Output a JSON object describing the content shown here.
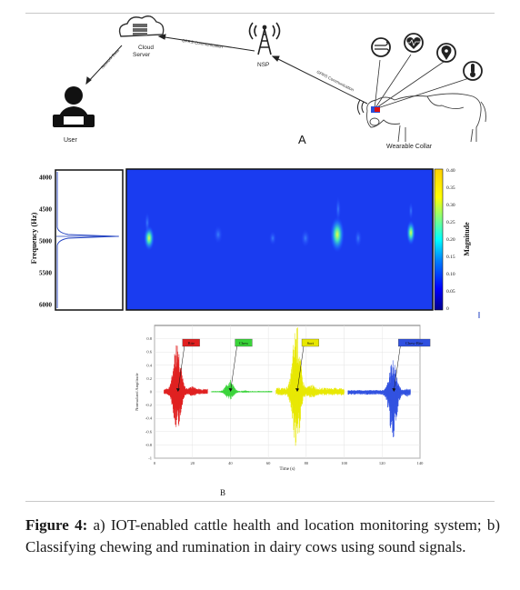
{
  "panel_a": {
    "user_label": "User",
    "cloud_label": "Cloud\nServer",
    "nsp_label": "NSP",
    "collar_label": "Wearable Collar",
    "link_user_cloud": "Network Data",
    "link_cloud_nsp": "GPRS Communication",
    "link_nsp_collar": "GPRS Communication",
    "panel_letter": "A",
    "sensor_icons": [
      "wind-icon",
      "heartbeat-icon",
      "location-pin-icon",
      "thermometer-icon"
    ]
  },
  "panel_spectrogram": {
    "ylabel": "Frequency (Hz)",
    "yticks": [
      "4000",
      "4500",
      "5000",
      "5500",
      "6000"
    ],
    "colorbar_label": "Magnitude",
    "colorbar_ticks": [
      "0.40",
      "0.35",
      "0.30",
      "0.25",
      "0.20",
      "0.15",
      "0.10",
      "0.05",
      "0"
    ]
  },
  "chart_data": {
    "type": "line",
    "title": "",
    "xlabel": "Time (s)",
    "ylabel": "Normalized Amplitude",
    "xlim": [
      0,
      140
    ],
    "ylim": [
      -1,
      1
    ],
    "xticks": [
      "0",
      "20",
      "40",
      "60",
      "80",
      "100",
      "120",
      "140"
    ],
    "yticks": [
      "0.8",
      "0.6",
      "0.4",
      "0.2",
      "0",
      "-0.2",
      "-0.4",
      "-0.6",
      "-0.8",
      "-1"
    ],
    "series": [
      {
        "name": "Bite",
        "color": "#e02020",
        "x_range": [
          5,
          28
        ],
        "peak": 0.75,
        "trough": -0.58
      },
      {
        "name": "Chew",
        "color": "#3ad43a",
        "x_range": [
          30,
          62
        ],
        "peak": 0.18,
        "trough": -0.12
      },
      {
        "name": "Sort",
        "color": "#e8e800",
        "x_range": [
          64,
          100
        ],
        "peak": 1.0,
        "trough": -0.88
      },
      {
        "name": "Chew-Bite",
        "color": "#3050e0",
        "x_range": [
          102,
          135
        ],
        "peak": 0.45,
        "trough": -0.72
      }
    ],
    "panel_letter": "B"
  },
  "caption": {
    "label": "Figure 4:",
    "text": " a) IOT-enabled cattle health and location monitoring system; b) Classifying chewing and rumination in dairy cows using sound signals."
  }
}
